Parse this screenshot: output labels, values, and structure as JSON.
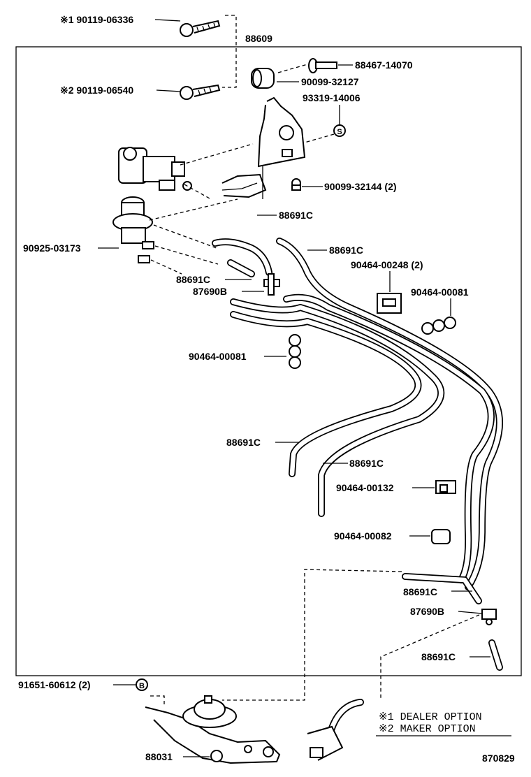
{
  "labels": {
    "bolt_dealer": "※1  90119-06336",
    "bolt_maker": "※2  90119-06540",
    "assembly": "88609",
    "pin": "88467-14070",
    "cushion": "90099-32127",
    "bracket_ref": "93319-14006",
    "s_marker": "S",
    "clip_screw": "90099-32144 (2)",
    "vsv": "90925-03173",
    "hose_a": "88691C",
    "hose_b": "88691C",
    "hose_c": "88691C",
    "tee_upper": "87690B",
    "clamp_248": "90464-00248 (2)",
    "clamp_081_right": "90464-00081",
    "clamp_081_left": "90464-00081",
    "hose_d": "88691C",
    "hose_e": "88691C",
    "clamp_132": "90464-00132",
    "clamp_082": "90464-00082",
    "hose_f": "88691C",
    "tee_lower": "87690B",
    "hose_g": "88691C",
    "bolt_b": "91651-60612 (2)",
    "b_marker": "B",
    "actuator": "88031",
    "drawing_no": "870829"
  },
  "notes": {
    "dealer": "※1  DEALER  OPTION",
    "maker": "※2  MAKER  OPTION"
  }
}
